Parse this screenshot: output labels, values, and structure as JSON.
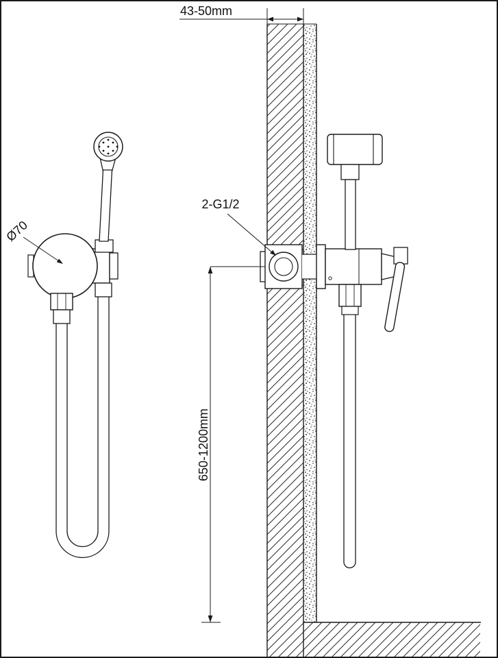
{
  "drawing": {
    "type": "installation-dimension-drawing",
    "labels": {
      "wall_depth": "43-50mm",
      "thread": "2-G1/2",
      "install_height": "650-1200mm",
      "head_diameter": "Ø70"
    },
    "colors": {
      "line": "#1a1a1a",
      "background": "#ffffff"
    }
  }
}
